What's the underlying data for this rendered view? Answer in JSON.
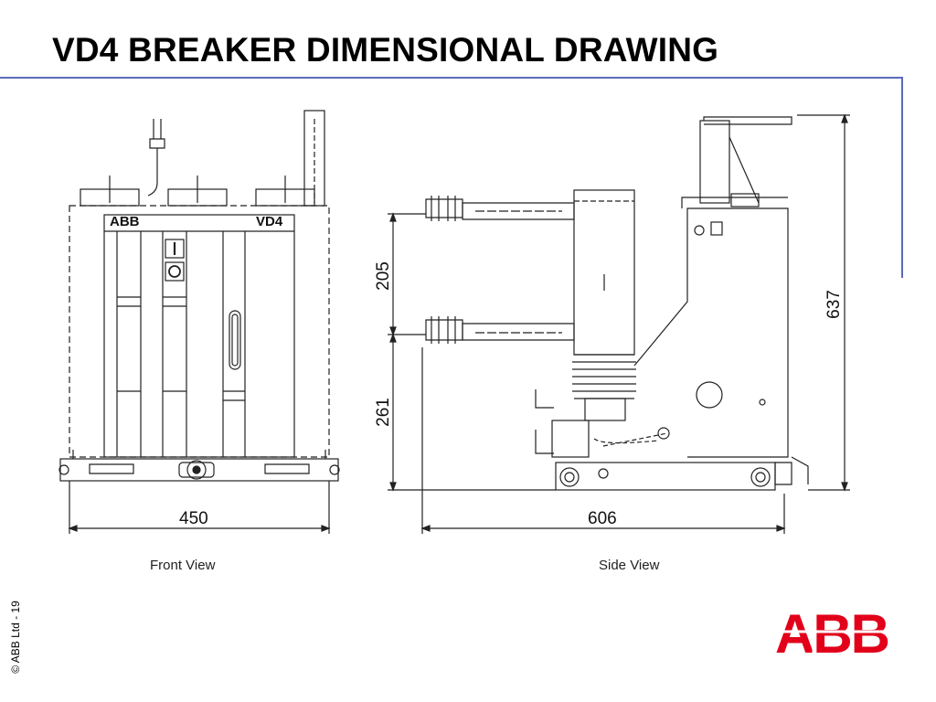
{
  "slide": {
    "title": "VD4 BREAKER DIMENSIONAL DRAWING",
    "copyright": "© ABB Ltd  - 19"
  },
  "front_view": {
    "label": "Front View",
    "panel_brand": "ABB",
    "panel_model": "VD4",
    "dimension_width": "450"
  },
  "side_view": {
    "label": "Side View",
    "dimension_upper": "205",
    "dimension_lower": "261",
    "dimension_height": "637",
    "dimension_depth": "606"
  },
  "logo": {
    "text": "ABB",
    "color": "#e2001a"
  },
  "colors": {
    "accent_rule": "#5b6bb8",
    "line": "#222222"
  }
}
